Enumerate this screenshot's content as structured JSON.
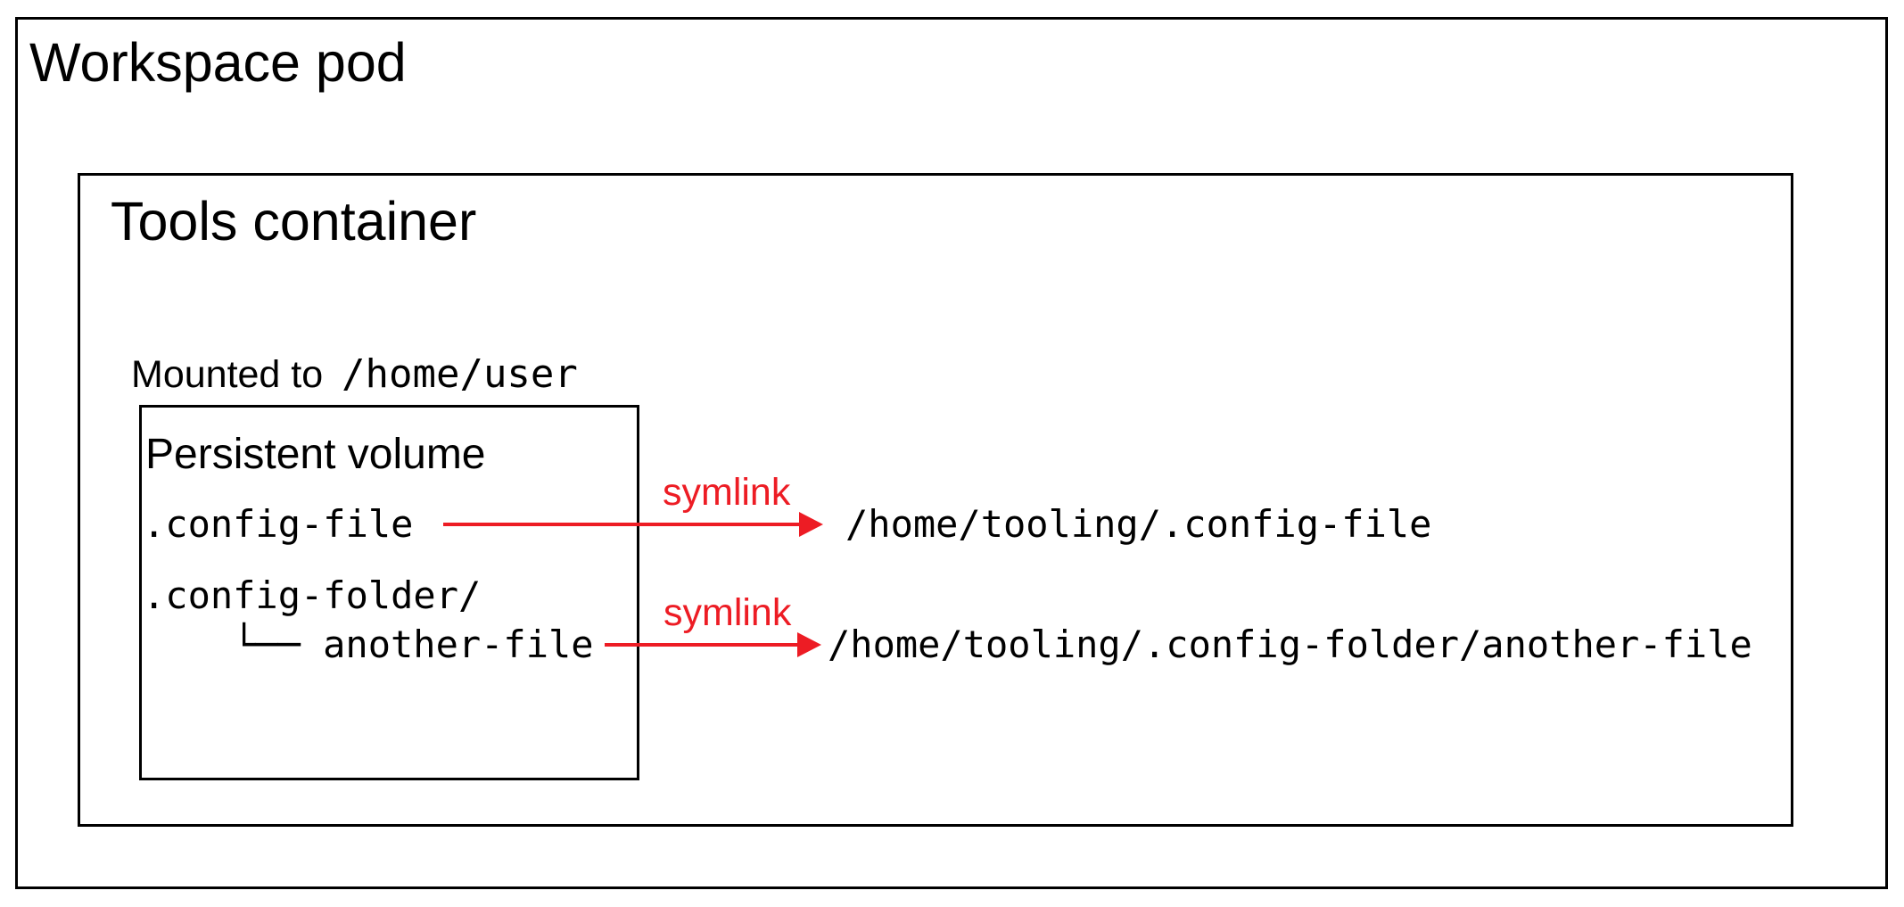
{
  "workspace_pod": {
    "title": "Workspace pod"
  },
  "tools_container": {
    "title": "Tools container"
  },
  "mount": {
    "label": "Mounted to",
    "path": "/home/user"
  },
  "persistent_volume": {
    "title": "Persistent volume",
    "entries": {
      "file": ".config-file",
      "folder": ".config-folder/",
      "folder_child": "└── another-file"
    }
  },
  "symlinks": {
    "first": {
      "label": "symlink",
      "target": "/home/tooling/.config-file"
    },
    "second": {
      "label": "symlink",
      "target": "/home/tooling/.config-folder/another-file"
    }
  },
  "colors": {
    "arrow": "#ed1c24",
    "border": "#000000",
    "background": "#ffffff"
  }
}
